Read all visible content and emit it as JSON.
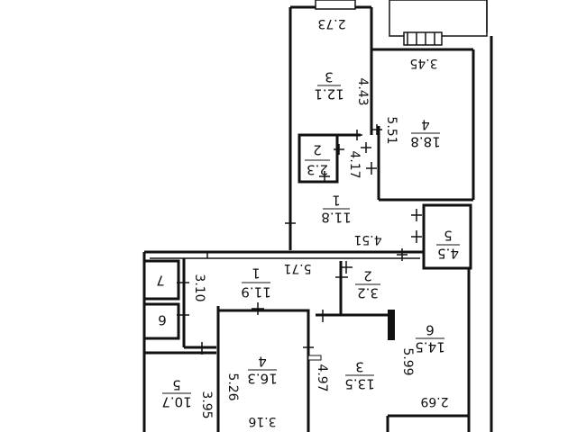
{
  "plan": {
    "rooms": [
      {
        "id": "r3-top",
        "number": "3",
        "area": "12.1"
      },
      {
        "id": "r4-top",
        "number": "4",
        "area": "18.8"
      },
      {
        "id": "r2-small",
        "number": "2",
        "area": "2.3"
      },
      {
        "id": "r1-top",
        "number": "1",
        "area": "11.8"
      },
      {
        "id": "r5-right",
        "number": "5",
        "area": "4.5"
      },
      {
        "id": "r7",
        "number": "7",
        "area": ""
      },
      {
        "id": "r1-mid",
        "number": "1",
        "area": "11.9"
      },
      {
        "id": "r2-mid",
        "number": "2",
        "area": "3.2"
      },
      {
        "id": "r6",
        "number": "6",
        "area": ""
      },
      {
        "id": "r6-big",
        "number": "6",
        "area": "14.5"
      },
      {
        "id": "r4-bot",
        "number": "4",
        "area": "16.3"
      },
      {
        "id": "r3-bot",
        "number": "3",
        "area": "13.5"
      },
      {
        "id": "r5-bot",
        "number": "5",
        "area": "10.7"
      }
    ],
    "dimensions": {
      "d_2_73": "2.73",
      "d_3_45": "3.45",
      "d_4_43": "4.43",
      "d_5_51": "5.51",
      "d_4_17": "4.17",
      "d_4_51": "4.51",
      "d_5_71": "5.71",
      "d_3_10": "3.10",
      "d_5_99": "5.99",
      "d_5_26": "5.26",
      "d_4_97": "4.97",
      "d_3_95": "3.95",
      "d_3_16": "3.16",
      "d_2_69": "2.69"
    }
  }
}
